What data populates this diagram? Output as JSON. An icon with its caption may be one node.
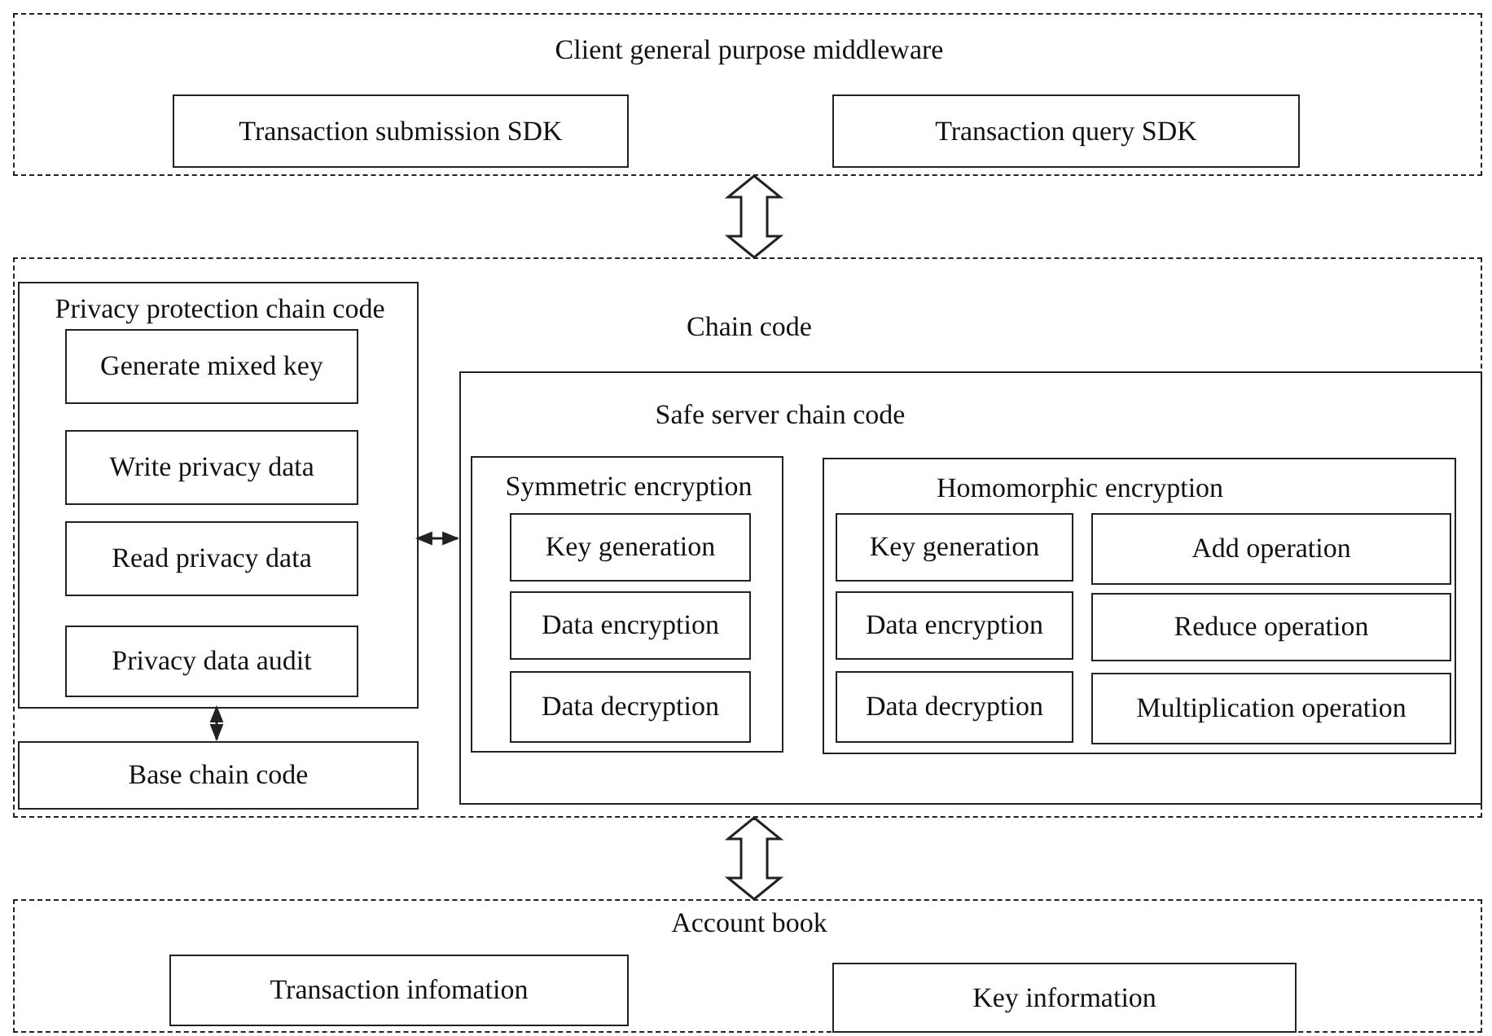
{
  "diagram": {
    "nodes": [
      {
        "text": [
          "Client general purpose middleware"
        ]
      },
      {
        "text": [
          "Transaction submission SDK"
        ],
        "in": 0
      },
      {
        "text": [
          "Transaction query SDK"
        ],
        "in": 0
      },
      {
        "text": [
          "Chain code"
        ]
      },
      {
        "text": [
          "Privacy protection chain code"
        ],
        "in": 3
      },
      {
        "text": [
          "Generate mixed key"
        ],
        "in": 4
      },
      {
        "text": [
          "Write privacy data"
        ],
        "in": 4
      },
      {
        "text": [
          "Read privacy data"
        ],
        "in": 4
      },
      {
        "text": [
          "Privacy data audit"
        ],
        "in": 4
      },
      {
        "text": [
          "Base chain code"
        ],
        "in": 3
      },
      {
        "text": [
          "Safe server chain code"
        ],
        "in": 3
      },
      {
        "text": [
          "Symmetric encryption"
        ],
        "in": 10
      },
      {
        "text": [
          "Key generation"
        ],
        "in": 11
      },
      {
        "text": [
          "Data encryption"
        ],
        "in": 11
      },
      {
        "text": [
          "Data decryption"
        ],
        "in": 11
      },
      {
        "text": [
          "Homomorphic encryption"
        ],
        "in": 10
      },
      {
        "text": [
          "Key generation"
        ],
        "in": 15
      },
      {
        "text": [
          "Add operation"
        ],
        "in": 15
      },
      {
        "text": [
          "Data encryption"
        ],
        "in": 15
      },
      {
        "text": [
          "Reduce operation"
        ],
        "in": 15
      },
      {
        "text": [
          "Data decryption"
        ],
        "in": 15
      },
      {
        "text": [
          "Multiplication operation"
        ],
        "in": 15
      },
      {
        "text": [
          "Account book"
        ]
      },
      {
        "text": [
          "Transaction infomation"
        ],
        "in": 22
      },
      {
        "text": [
          "Key information"
        ],
        "in": 22
      }
    ],
    "edges": [
      {
        "from": 0,
        "to": 3,
        "arrow": "both",
        "style": "thick"
      },
      {
        "from": 4,
        "to": 10,
        "arrow": "both"
      },
      {
        "from": 4,
        "to": 9,
        "arrow": "both"
      },
      {
        "from": 3,
        "to": 22,
        "arrow": "both",
        "style": "thick"
      }
    ]
  }
}
